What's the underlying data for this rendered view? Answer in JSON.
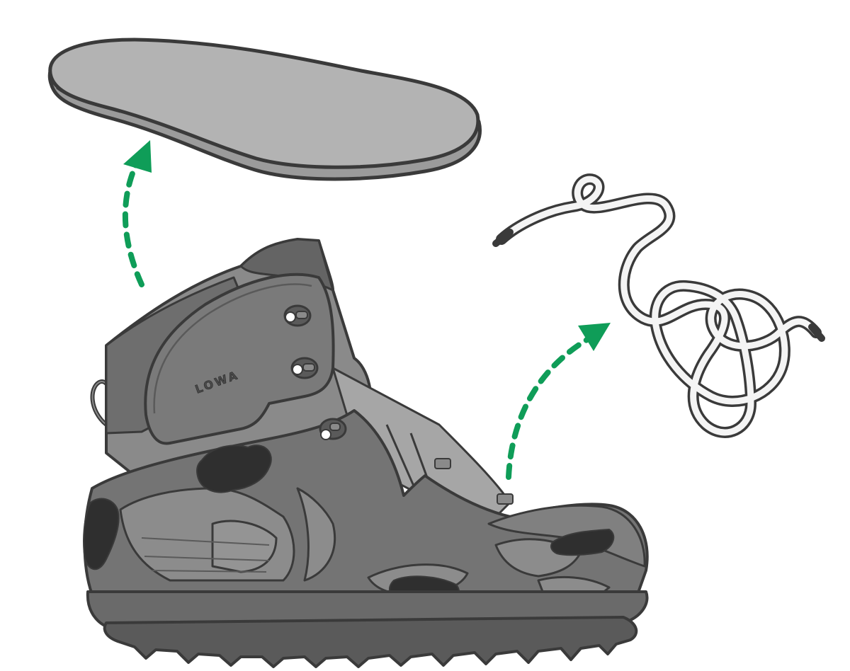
{
  "diagram": {
    "boot": {
      "brand_label": "LOWA",
      "icon": "hiking-boot-icon"
    },
    "insole": {
      "icon": "insole-icon"
    },
    "lace": {
      "icon": "shoelace-icon"
    },
    "arrows": [
      {
        "icon": "dashed-arrow-up-icon",
        "from": "boot",
        "to": "insole"
      },
      {
        "icon": "dashed-arrow-up-right-icon",
        "from": "boot",
        "to": "lace"
      }
    ],
    "colors": {
      "arrow": "#0f9d58",
      "outline": "#3a3a3a",
      "insole_fill": "#b3b3b3",
      "boot_shell": "#747474",
      "boot_upper": "#8a8a8a",
      "boot_dark": "#5f5f5f",
      "mud": "#2f2f2f",
      "lace_fill": "#f4f4f4",
      "background": "#ffffff"
    }
  }
}
